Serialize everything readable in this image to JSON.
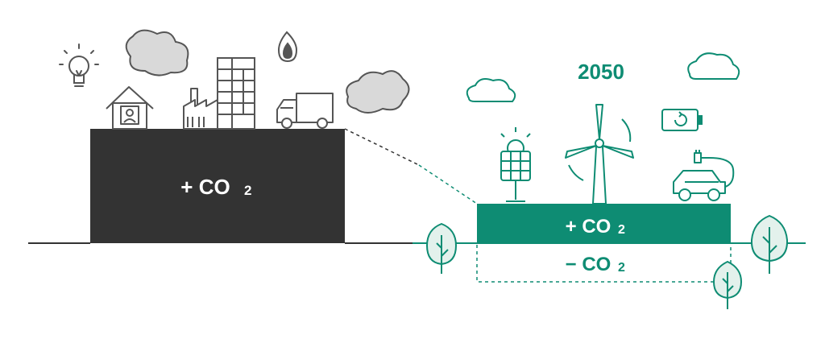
{
  "year": "2050",
  "today": {
    "emission_label": "+ CO",
    "emission_sub": "2"
  },
  "future": {
    "emission_label": "+ CO",
    "emission_sub": "2",
    "removal_label": "− CO",
    "removal_sub": "2"
  },
  "colors": {
    "dark_block": "#333333",
    "green": "#0e8c73",
    "gray_line": "#555555",
    "gray_icon": "#666666",
    "cloud_fill": "#d6d6d6",
    "tree_fill": "#e3f1ec"
  }
}
